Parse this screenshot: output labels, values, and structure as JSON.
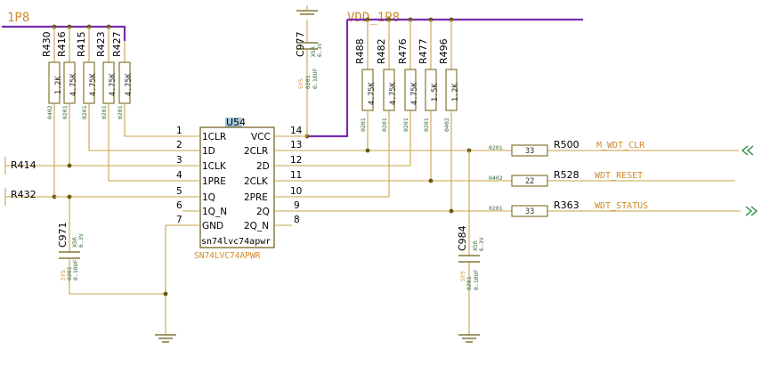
{
  "rails": {
    "left": "1P8",
    "right": "VDD_1P8"
  },
  "ic": {
    "ref": "U54",
    "name": "sn74lvc74apwr",
    "part_number": "SN74LVC74APWR"
  },
  "pins_left": [
    {
      "num": "1",
      "name": "1CLR"
    },
    {
      "num": "2",
      "name": "1D"
    },
    {
      "num": "3",
      "name": "1CLK"
    },
    {
      "num": "4",
      "name": "1PRE"
    },
    {
      "num": "5",
      "name": "1Q"
    },
    {
      "num": "6",
      "name": "1Q_N"
    },
    {
      "num": "7",
      "name": "GND"
    }
  ],
  "pins_right": [
    {
      "num": "14",
      "name": "VCC"
    },
    {
      "num": "13",
      "name": "2CLR"
    },
    {
      "num": "12",
      "name": "2D"
    },
    {
      "num": "11",
      "name": "2CLK"
    },
    {
      "num": "10",
      "name": "2PRE"
    },
    {
      "num": "9",
      "name": "2Q"
    },
    {
      "num": "8",
      "name": "2Q_N"
    }
  ],
  "pullups_left": [
    {
      "ref": "R430",
      "value": "1.2K",
      "pkg": "0402"
    },
    {
      "ref": "R416",
      "value": "4.75K",
      "pkg": "0201"
    },
    {
      "ref": "R415",
      "value": "4.75K",
      "pkg": "0201"
    },
    {
      "ref": "R423",
      "value": "4.75K",
      "pkg": "0201"
    },
    {
      "ref": "R427",
      "value": "4.75K",
      "pkg": "0201"
    }
  ],
  "pullups_right": [
    {
      "ref": "R488",
      "value": "4.75K",
      "pkg": "0201"
    },
    {
      "ref": "R482",
      "value": "4.75K",
      "pkg": "0201"
    },
    {
      "ref": "R476",
      "value": "4.75K",
      "pkg": "0201"
    },
    {
      "ref": "R477",
      "value": "1.5K",
      "pkg": "0201"
    },
    {
      "ref": "R496",
      "value": "1.2K",
      "pkg": "0402"
    }
  ],
  "series_resistors": [
    {
      "ref": "R500",
      "value": "33",
      "pkg": "0201",
      "net": "M_WDT_CLR"
    },
    {
      "ref": "R528",
      "value": "22",
      "pkg": "0402",
      "net": "WDT_RESET"
    },
    {
      "ref": "R363",
      "value": "33",
      "pkg": "0201",
      "net": "WDT_STATUS"
    }
  ],
  "offpage": [
    {
      "ref": "R414"
    },
    {
      "ref": "R432"
    }
  ],
  "caps": [
    {
      "ref": "C977",
      "dielectric": "X5R",
      "voltage": "6.3V",
      "pkg": "0201",
      "value": "0.10UF",
      "note": "SYS"
    },
    {
      "ref": "C971",
      "dielectric": "X5R",
      "voltage": "6.3V",
      "pkg": "0201",
      "value": "0.10UF",
      "note": "SYS"
    },
    {
      "ref": "C984",
      "dielectric": "X5R",
      "voltage": "6.3V",
      "pkg": "0201",
      "value": "0.10UF",
      "note": "SYS"
    }
  ]
}
